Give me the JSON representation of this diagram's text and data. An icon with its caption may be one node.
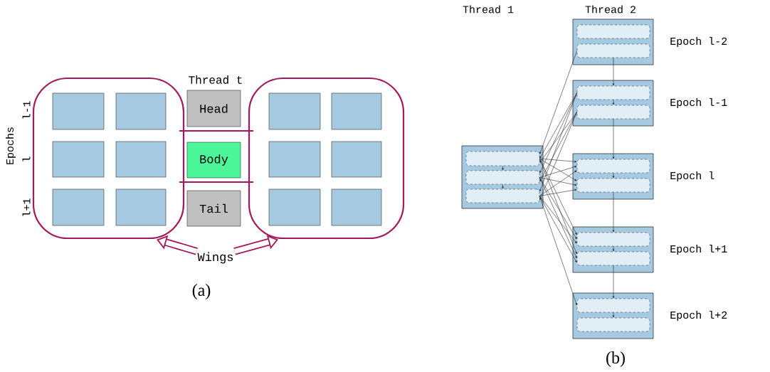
{
  "diagram": {
    "nodes": [
      {
        "text": [],
        "shape": "box"
      },
      {
        "text": [],
        "shape": "box",
        "in": 0
      },
      {
        "text": [],
        "shape": "box",
        "in": 0
      },
      {
        "text": [],
        "shape": "box",
        "in": 0
      },
      {
        "text": [],
        "shape": "box",
        "in": 0
      },
      {
        "text": [],
        "shape": "box",
        "in": 0
      },
      {
        "text": [],
        "shape": "box",
        "in": 0
      },
      {
        "text": [
          "Head"
        ]
      },
      {
        "text": [
          "Body"
        ]
      },
      {
        "text": [
          "Tail"
        ]
      },
      {
        "text": [],
        "shape": "box"
      },
      {
        "text": [],
        "shape": "box",
        "in": 10
      },
      {
        "text": [],
        "shape": "box",
        "in": 10
      },
      {
        "text": [],
        "shape": "box",
        "in": 10
      },
      {
        "text": [],
        "shape": "box",
        "in": 10
      },
      {
        "text": [],
        "shape": "box",
        "in": 10
      },
      {
        "text": [],
        "shape": "box",
        "in": 10
      },
      {
        "text": [
          "Wings"
        ]
      },
      {
        "text": [],
        "shape": "box"
      },
      {
        "text": [],
        "shape": "box",
        "in": 18
      },
      {
        "text": [],
        "shape": "box",
        "in": 18
      },
      {
        "text": [],
        "shape": "box",
        "in": 18
      },
      {
        "text": [],
        "shape": "box",
        "beside": [
          "Epoch l-2"
        ]
      },
      {
        "text": [],
        "shape": "box",
        "in": 22
      },
      {
        "text": [],
        "shape": "box",
        "in": 22
      },
      {
        "text": [],
        "shape": "box",
        "beside": [
          "Epoch l-1"
        ]
      },
      {
        "text": [],
        "shape": "box",
        "in": 25
      },
      {
        "text": [],
        "shape": "box",
        "in": 25
      },
      {
        "text": [],
        "shape": "box",
        "beside": [
          "Epoch l"
        ]
      },
      {
        "text": [],
        "shape": "box",
        "in": 28
      },
      {
        "text": [],
        "shape": "box",
        "in": 28
      },
      {
        "text": [],
        "shape": "box",
        "beside": [
          "Epoch l+1"
        ]
      },
      {
        "text": [],
        "shape": "box",
        "in": 31
      },
      {
        "text": [],
        "shape": "box",
        "in": 31
      },
      {
        "text": [],
        "shape": "box",
        "beside": [
          "Epoch l+2"
        ]
      },
      {
        "text": [],
        "shape": "box",
        "in": 34
      },
      {
        "text": [],
        "shape": "box",
        "in": 34
      }
    ],
    "edges": [
      {
        "from": 17,
        "to": 0,
        "arrow": "to",
        "style": "thick",
        "color": "#a3195b"
      },
      {
        "from": 17,
        "to": 10,
        "arrow": "to",
        "style": "thick",
        "color": "#a3195b"
      },
      {
        "from": 24,
        "to": 26,
        "arrow": "to"
      },
      {
        "from": 26,
        "to": 27,
        "arrow": "to"
      },
      {
        "from": 27,
        "to": 29,
        "arrow": "to"
      },
      {
        "from": 29,
        "to": 30,
        "arrow": "to"
      },
      {
        "from": 30,
        "to": 32,
        "arrow": "to"
      },
      {
        "from": 32,
        "to": 33,
        "arrow": "to"
      },
      {
        "from": 33,
        "to": 35,
        "arrow": "to"
      },
      {
        "from": 35,
        "to": 36,
        "arrow": "to"
      },
      {
        "from": 19,
        "to": 20,
        "arrow": "to"
      },
      {
        "from": 20,
        "to": 21,
        "arrow": "to"
      },
      {
        "from": 24,
        "to": 19,
        "arrow": "to"
      },
      {
        "from": 26,
        "to": 19,
        "arrow": "to"
      },
      {
        "from": 26,
        "to": 20,
        "arrow": "to"
      },
      {
        "from": 26,
        "to": 21,
        "arrow": "to"
      },
      {
        "from": 27,
        "to": 19,
        "arrow": "to"
      },
      {
        "from": 27,
        "to": 20,
        "arrow": "to"
      },
      {
        "from": 27,
        "to": 21,
        "arrow": "to"
      },
      {
        "from": 19,
        "to": 29,
        "arrow": "to"
      },
      {
        "from": 19,
        "to": 30,
        "arrow": "to"
      },
      {
        "from": 19,
        "to": 32,
        "arrow": "to"
      },
      {
        "from": 19,
        "to": 33,
        "arrow": "to"
      },
      {
        "from": 20,
        "to": 29,
        "arrow": "to"
      },
      {
        "from": 20,
        "to": 30,
        "arrow": "to"
      },
      {
        "from": 20,
        "to": 32,
        "arrow": "to"
      },
      {
        "from": 20,
        "to": 33,
        "arrow": "to"
      },
      {
        "from": 21,
        "to": 29,
        "arrow": "to"
      },
      {
        "from": 21,
        "to": 30,
        "arrow": "to"
      },
      {
        "from": 21,
        "to": 32,
        "arrow": "to"
      },
      {
        "from": 21,
        "to": 33,
        "arrow": "to"
      },
      {
        "from": 21,
        "to": 35,
        "arrow": "to"
      }
    ],
    "labels": [
      "Thread t",
      "Epochs",
      "l-1",
      "l",
      "l+1",
      "(a)",
      "Thread 1",
      "Thread 2",
      "(b)"
    ]
  }
}
